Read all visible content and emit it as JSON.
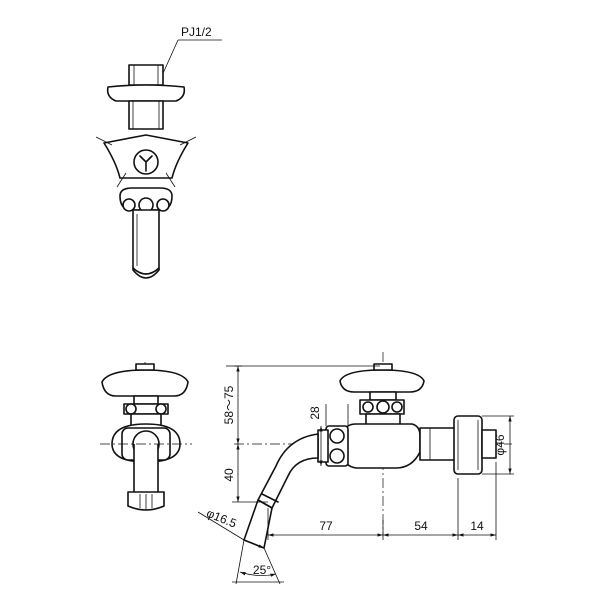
{
  "labels": {
    "thread": "PJ1/2",
    "height_range": "58～75",
    "nut": "28",
    "below_axis": "40",
    "outlet_dia": "φ16.5",
    "len_77": "77",
    "len_54": "54",
    "len_14": "14",
    "body_dia": "φ46",
    "angle": "25°"
  }
}
